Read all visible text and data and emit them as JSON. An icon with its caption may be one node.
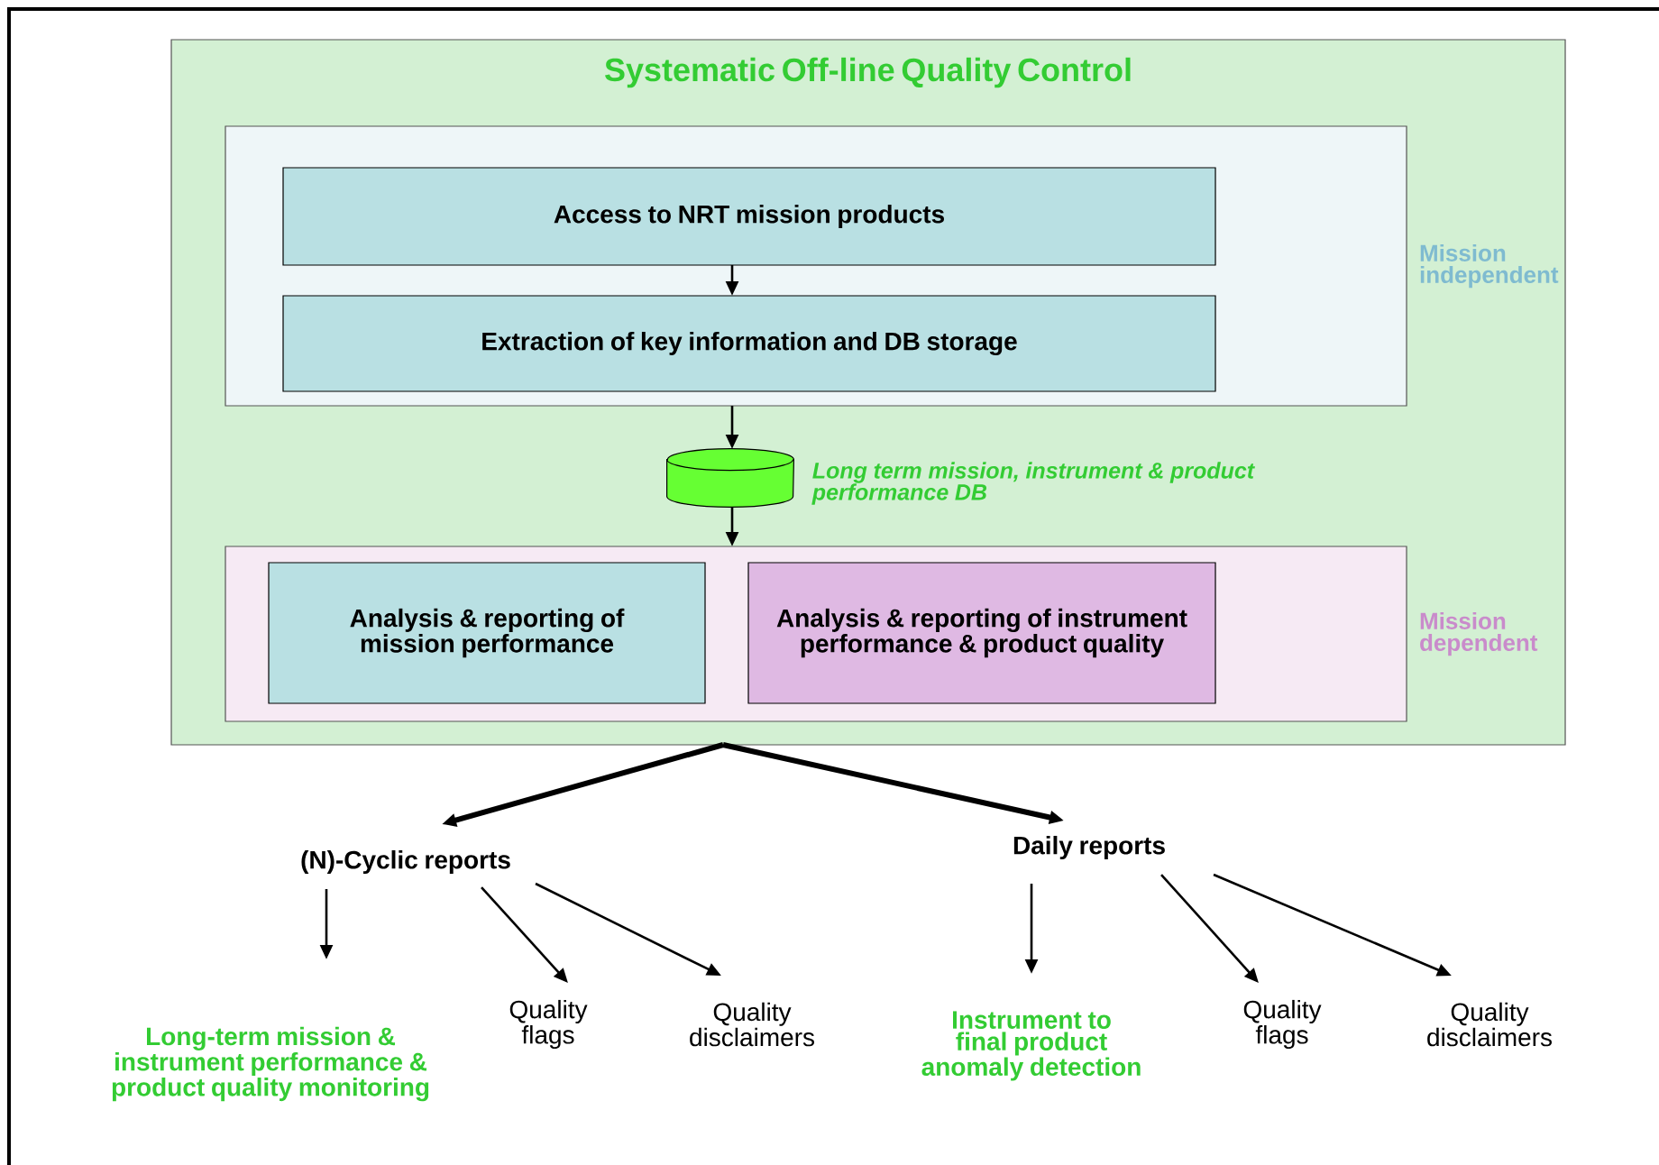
{
  "diagram": {
    "title": "Systematic Off-line Quality Control",
    "nodes": [
      {
        "text": [],
        "shape": "box"
      },
      {
        "text": [],
        "shape": "box",
        "in": 0,
        "beside": [
          "Mission independent"
        ]
      },
      {
        "text": [
          "Access to NRT mission products"
        ],
        "in": 1
      },
      {
        "text": [
          "Extraction of key information and DB storage"
        ],
        "in": 1
      },
      {
        "text": [],
        "shape": "cylinder",
        "in": 0,
        "beside": [
          "Long term mission, instrument & product performance DB"
        ]
      },
      {
        "text": [],
        "shape": "box",
        "in": 0,
        "beside": [
          "Mission dependent"
        ]
      },
      {
        "text": [
          "Analysis & reporting of mission performance"
        ],
        "in": 5
      },
      {
        "text": [
          "Analysis & reporting of instrument performance & product quality"
        ],
        "in": 5
      },
      {
        "text": [
          "(N)-Cyclic reports"
        ]
      },
      {
        "text": [
          "Daily reports"
        ]
      },
      {
        "text": [
          "Long-term mission & instrument performance & product quality monitoring"
        ]
      },
      {
        "text": [
          "Quality flags"
        ]
      },
      {
        "text": [
          "Quality disclaimers"
        ]
      },
      {
        "text": [
          "Instrument to final product anomaly detection"
        ]
      },
      {
        "text": [
          "Quality flags"
        ]
      },
      {
        "text": [
          "Quality disclaimers"
        ]
      }
    ],
    "edges": [
      {
        "from": 2,
        "to": 3,
        "arrow": "to"
      },
      {
        "from": 1,
        "to": 4,
        "arrow": "to"
      },
      {
        "from": 4,
        "to": 5,
        "arrow": "to"
      },
      {
        "from": 0,
        "to": 8,
        "arrow": "to",
        "style": "thick"
      },
      {
        "from": 0,
        "to": 9,
        "arrow": "to",
        "style": "thick"
      },
      {
        "from": 8,
        "to": 10,
        "arrow": "to"
      },
      {
        "from": 8,
        "to": 11,
        "arrow": "to"
      },
      {
        "from": 8,
        "to": 12,
        "arrow": "to"
      },
      {
        "from": 9,
        "to": 13,
        "arrow": "to"
      },
      {
        "from": 9,
        "to": 14,
        "arrow": "to"
      },
      {
        "from": 9,
        "to": 15,
        "arrow": "to"
      }
    ]
  }
}
